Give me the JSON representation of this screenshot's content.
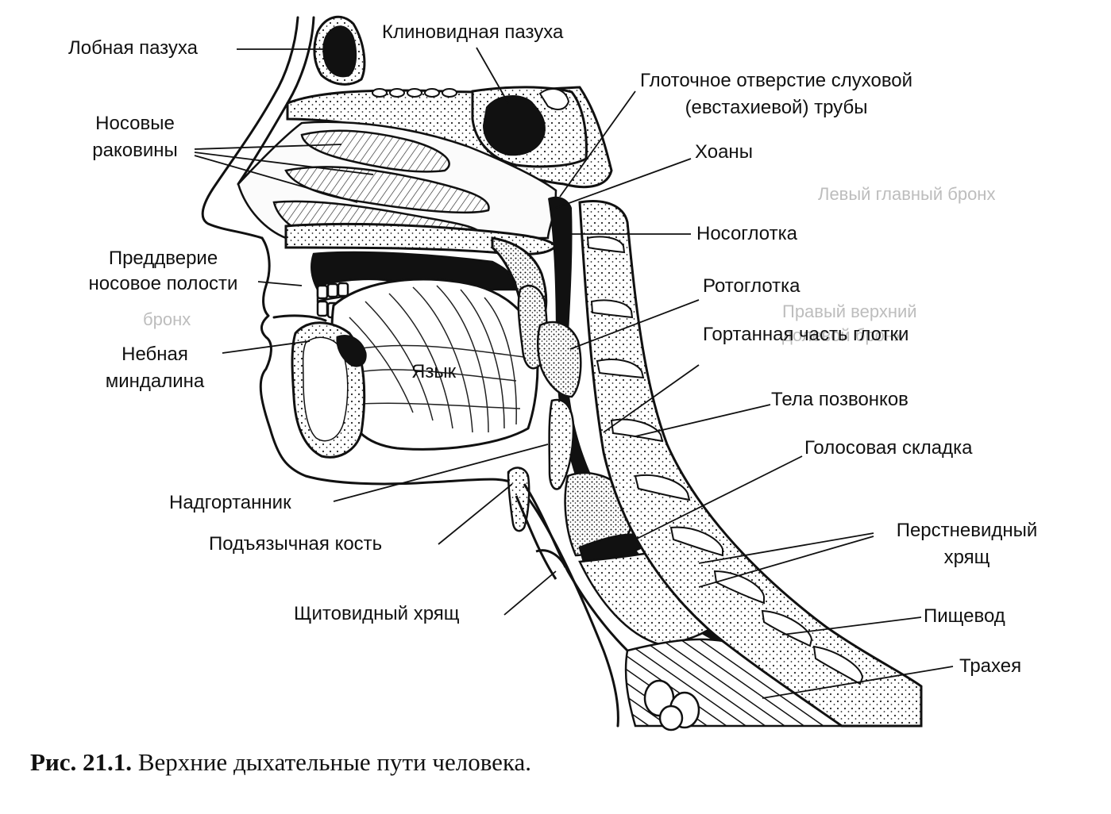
{
  "labels": {
    "frontal_sinus": "Лобная пазуха",
    "sphenoid_sinus": "Клиновидная пазуха",
    "eustachian_1": "Глоточное отверстие слуховой",
    "eustachian_2": "(евстахиевой) трубы",
    "nasal_conchae_1": "Носовые",
    "nasal_conchae_2": "раковины",
    "choanae": "Хоаны",
    "nasopharynx": "Носоглотка",
    "vestibule_1": "Преддверие",
    "vestibule_2": "носовое полости",
    "oropharynx": "Ротоглотка",
    "laryngopharynx": "Гортанная часть глотки",
    "tonsil_1": "Небная",
    "tonsil_2": "миндалина",
    "tongue": "Язык",
    "vertebrae": "Тела позвонков",
    "vocal_fold": "Голосовая складка",
    "epiglottis": "Надгортанник",
    "hyoid": "Подъязычная кость",
    "cricoid_1": "Перстневидный",
    "cricoid_2": "хрящ",
    "thyroid": "Щитовидный хрящ",
    "esophagus": "Пищевод",
    "trachea": "Трахея"
  },
  "caption": {
    "number": "Рис. 21.1.",
    "text": "Верхние дыхательные пути человека."
  },
  "bleed_through": {
    "line_1": "Левый главный бронх",
    "line_2": "Правый верхний",
    "line_3": "бронх",
    "line_4": "долевой бронх"
  },
  "colors": {
    "ink": "#111111",
    "background": "#ffffff",
    "bleed_through": "#bdbdbd"
  }
}
